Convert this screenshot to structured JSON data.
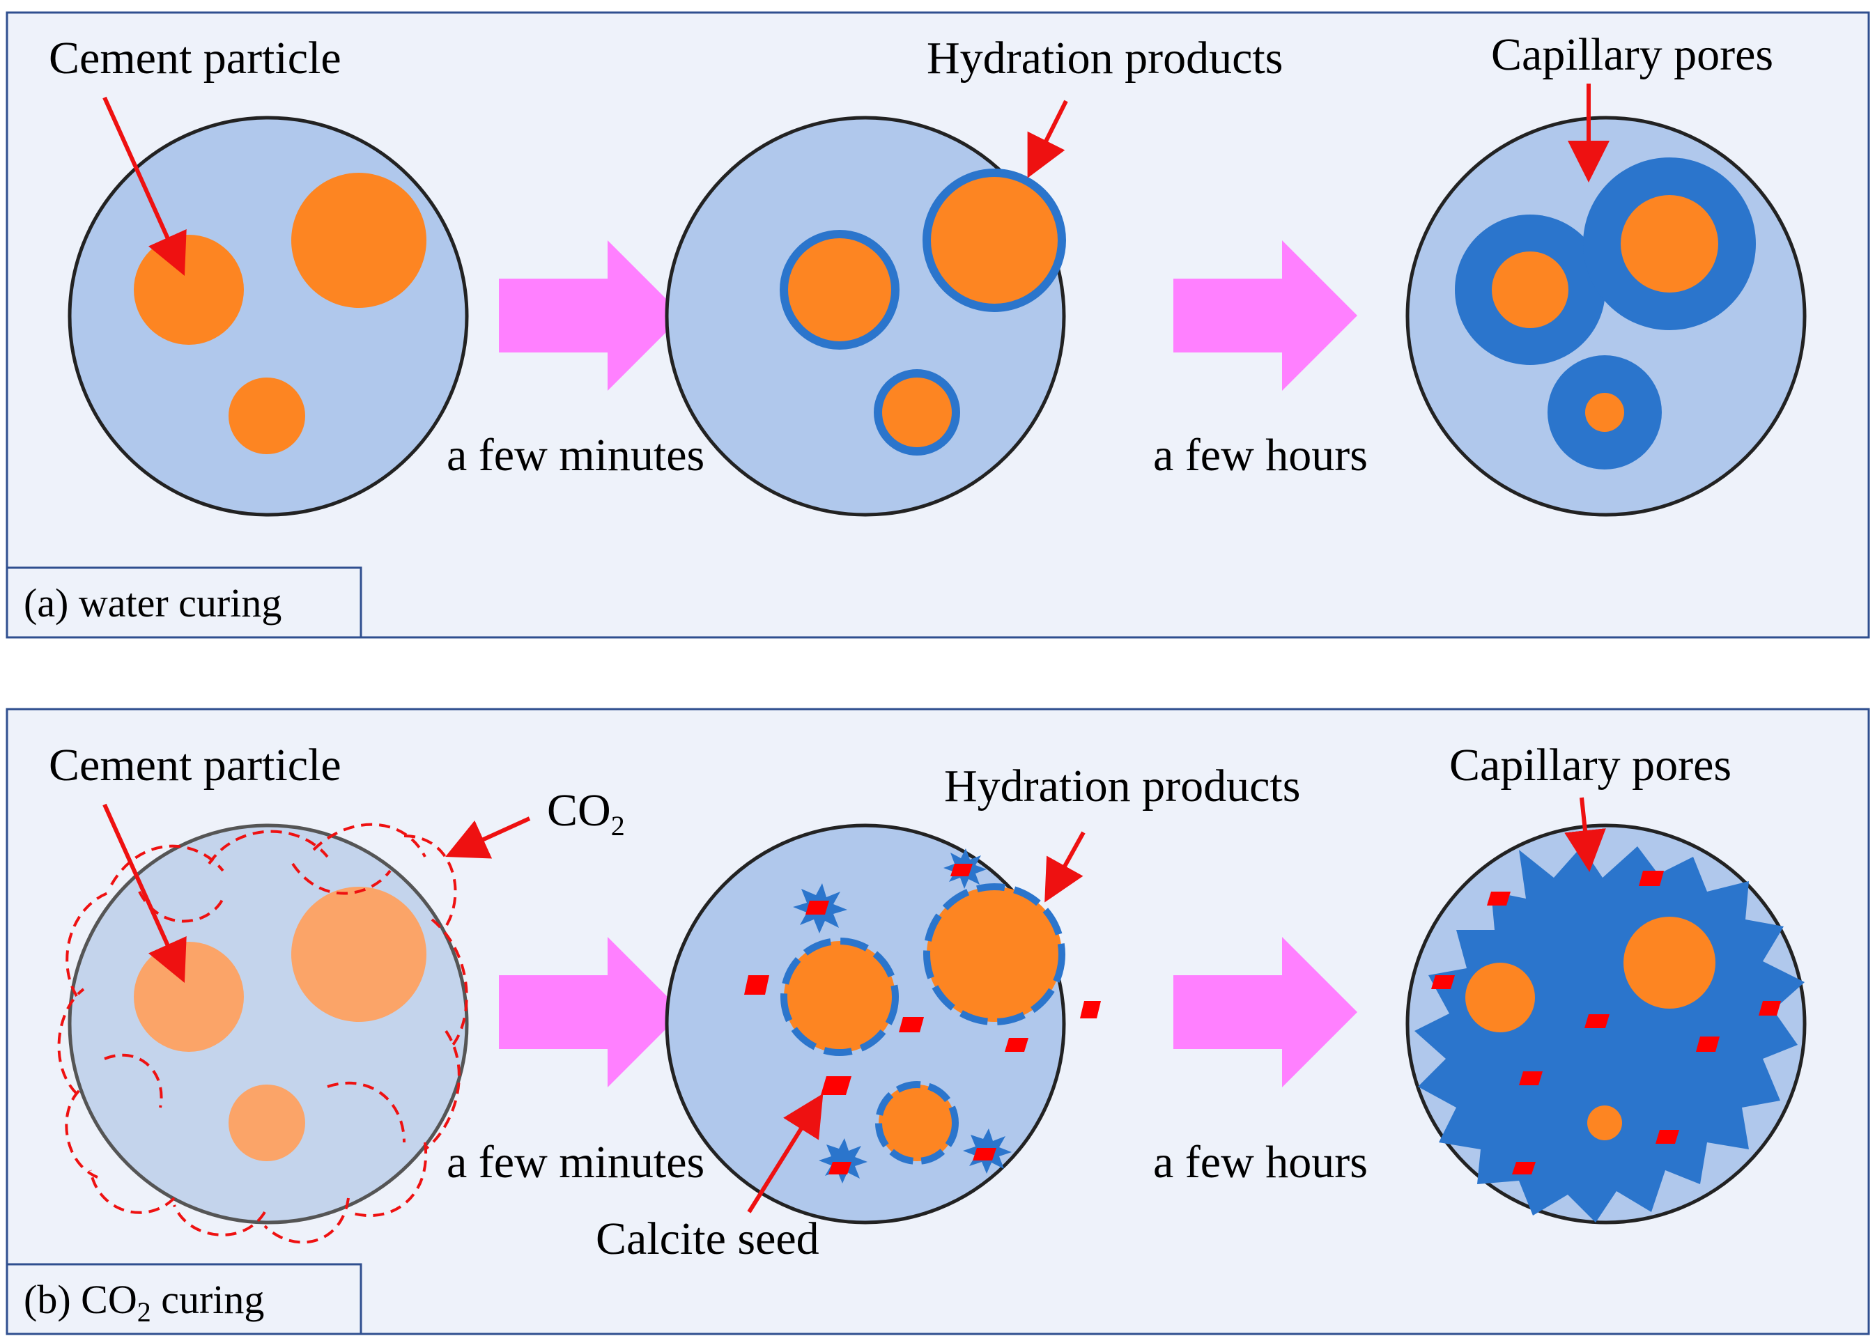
{
  "colors": {
    "panel_bg": "#eef2fa",
    "panel_border": "#2f4f8f",
    "circle_fill": "#b0c8ec",
    "circle_fill_light": "#c4d4ec",
    "particle": "#fd8522",
    "particle_light": "#fba468",
    "product": "#2b75cc",
    "calcite": "#ff0000",
    "arrow_red": "#ee1111",
    "process_arrow": "#ff80ff"
  },
  "panel_a": {
    "label": "(a) water curing",
    "cement_particle": "Cement particle",
    "hydration_products": "Hydration products",
    "capillary_pores": "Capillary pores",
    "step1_time": "a few minutes",
    "step2_time": "a few hours"
  },
  "panel_b": {
    "label_prefix": "(b) CO",
    "label_sub": "2",
    "label_suffix": " curing",
    "cement_particle": "Cement particle",
    "co2_main": "CO",
    "co2_sub": "2",
    "hydration_products": "Hydration products",
    "capillary_pores": "Capillary pores",
    "calcite_seed": "Calcite seed",
    "step1_time": "a few minutes",
    "step2_time": "a few hours"
  }
}
